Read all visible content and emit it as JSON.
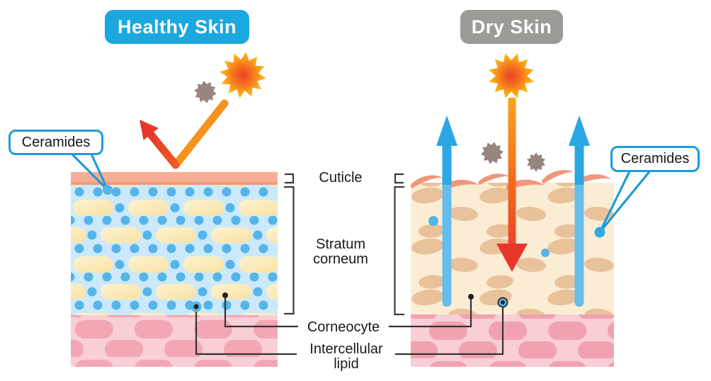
{
  "figure": {
    "description": "Healthy Skin vs Dry Skin cross-section comparison"
  },
  "panels": {
    "healthy": {
      "title": "Healthy Skin"
    },
    "dry": {
      "title": "Dry Skin"
    }
  },
  "callouts": {
    "ceramides_left": "Ceramides",
    "ceramides_right": "Ceramides"
  },
  "layer_labels": {
    "cuticle": "Cuticle",
    "stratum_corneum": [
      "Stratum",
      "corneum"
    ],
    "corneocyte": "Corneocyte",
    "intercellular_lipid": [
      "Intercellular",
      "lipid"
    ]
  },
  "icons": {
    "sun": "12-point starburst",
    "allergen": "10-point germ star",
    "reflected-ray": "orange ray bouncing off healthy skin with red arrow",
    "uv-ray": "red arrow penetrating dry skin",
    "moisture-loss": "blue upward arrows through dry skin"
  },
  "colors": {
    "healthy_header": "#1BA7E0",
    "dry_header": "#9B9B98",
    "bubble_border": "#1E9CD7",
    "cuticle_band": "#F8AE97",
    "stratum_bg": "#CBE9FA",
    "lipid_dot": "#55B5E9",
    "corneocyte_pill": "#FAE7AF",
    "dermis_band": "#F9CED4",
    "dermis_blob": "#F3A7B4",
    "dry_bg": "#FBEDD4",
    "dry_corneocyte": "#E9C29B",
    "dry_cuticle_flake": "#F2967C",
    "arrow_blue": "#2AA7E4",
    "arrow_orange": "#F6921E",
    "arrow_red": "#E8362B",
    "sun_outer": "#FBBE17",
    "sun_core": "#EF4123",
    "allergen": "#97867D",
    "label_text": "#1A1A1A",
    "line": "#333333"
  }
}
